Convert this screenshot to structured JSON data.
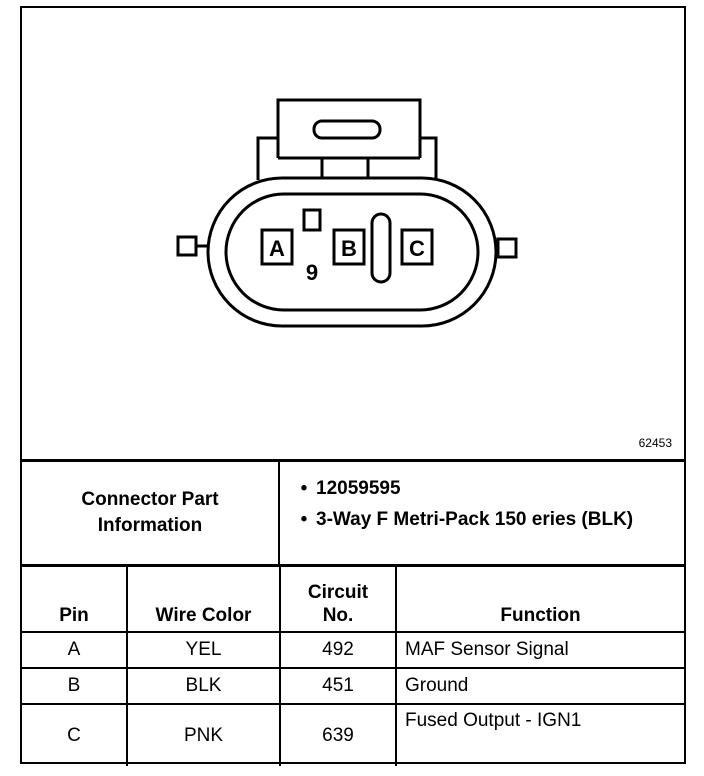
{
  "figure": {
    "number": "62453",
    "pin_letters": [
      "A",
      "B",
      "C"
    ],
    "key_mark": "9"
  },
  "connector_info": {
    "label_line1": "Connector Part",
    "label_line2": "Information",
    "bullet": "•",
    "items": [
      "12059595",
      "3-Way F Metri-Pack 150 eries (BLK)"
    ]
  },
  "pin_table": {
    "headers": {
      "pin": "Pin",
      "wire_color": "Wire Color",
      "circuit_line1": "Circuit",
      "circuit_line2": "No.",
      "function": "Function"
    },
    "rows": [
      {
        "pin": "A",
        "wire_color": "YEL",
        "circuit": "492",
        "function": "MAF Sensor Signal"
      },
      {
        "pin": "B",
        "wire_color": "BLK",
        "circuit": "451",
        "function": "Ground"
      },
      {
        "pin": "C",
        "wire_color": "PNK",
        "circuit": "639",
        "function": "Fused Output - IGN1"
      }
    ]
  }
}
